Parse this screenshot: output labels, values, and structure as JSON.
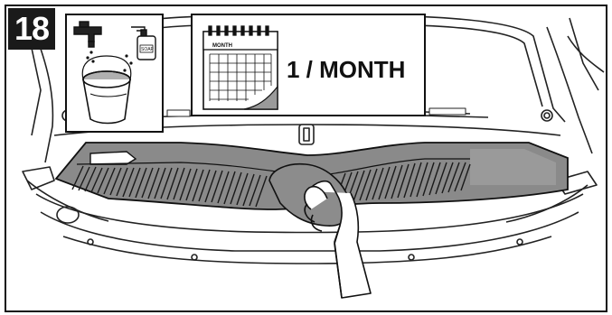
{
  "step": {
    "number": "18"
  },
  "frequency": {
    "text": "1 / MONTH"
  },
  "calendar": {
    "label": "MONTH"
  },
  "soap": {
    "label": "SOAP"
  },
  "icons": [
    "water-tap-icon",
    "bucket-icon",
    "soap-bottle-icon",
    "calendar-icon",
    "cleaning-cloth-icon"
  ]
}
